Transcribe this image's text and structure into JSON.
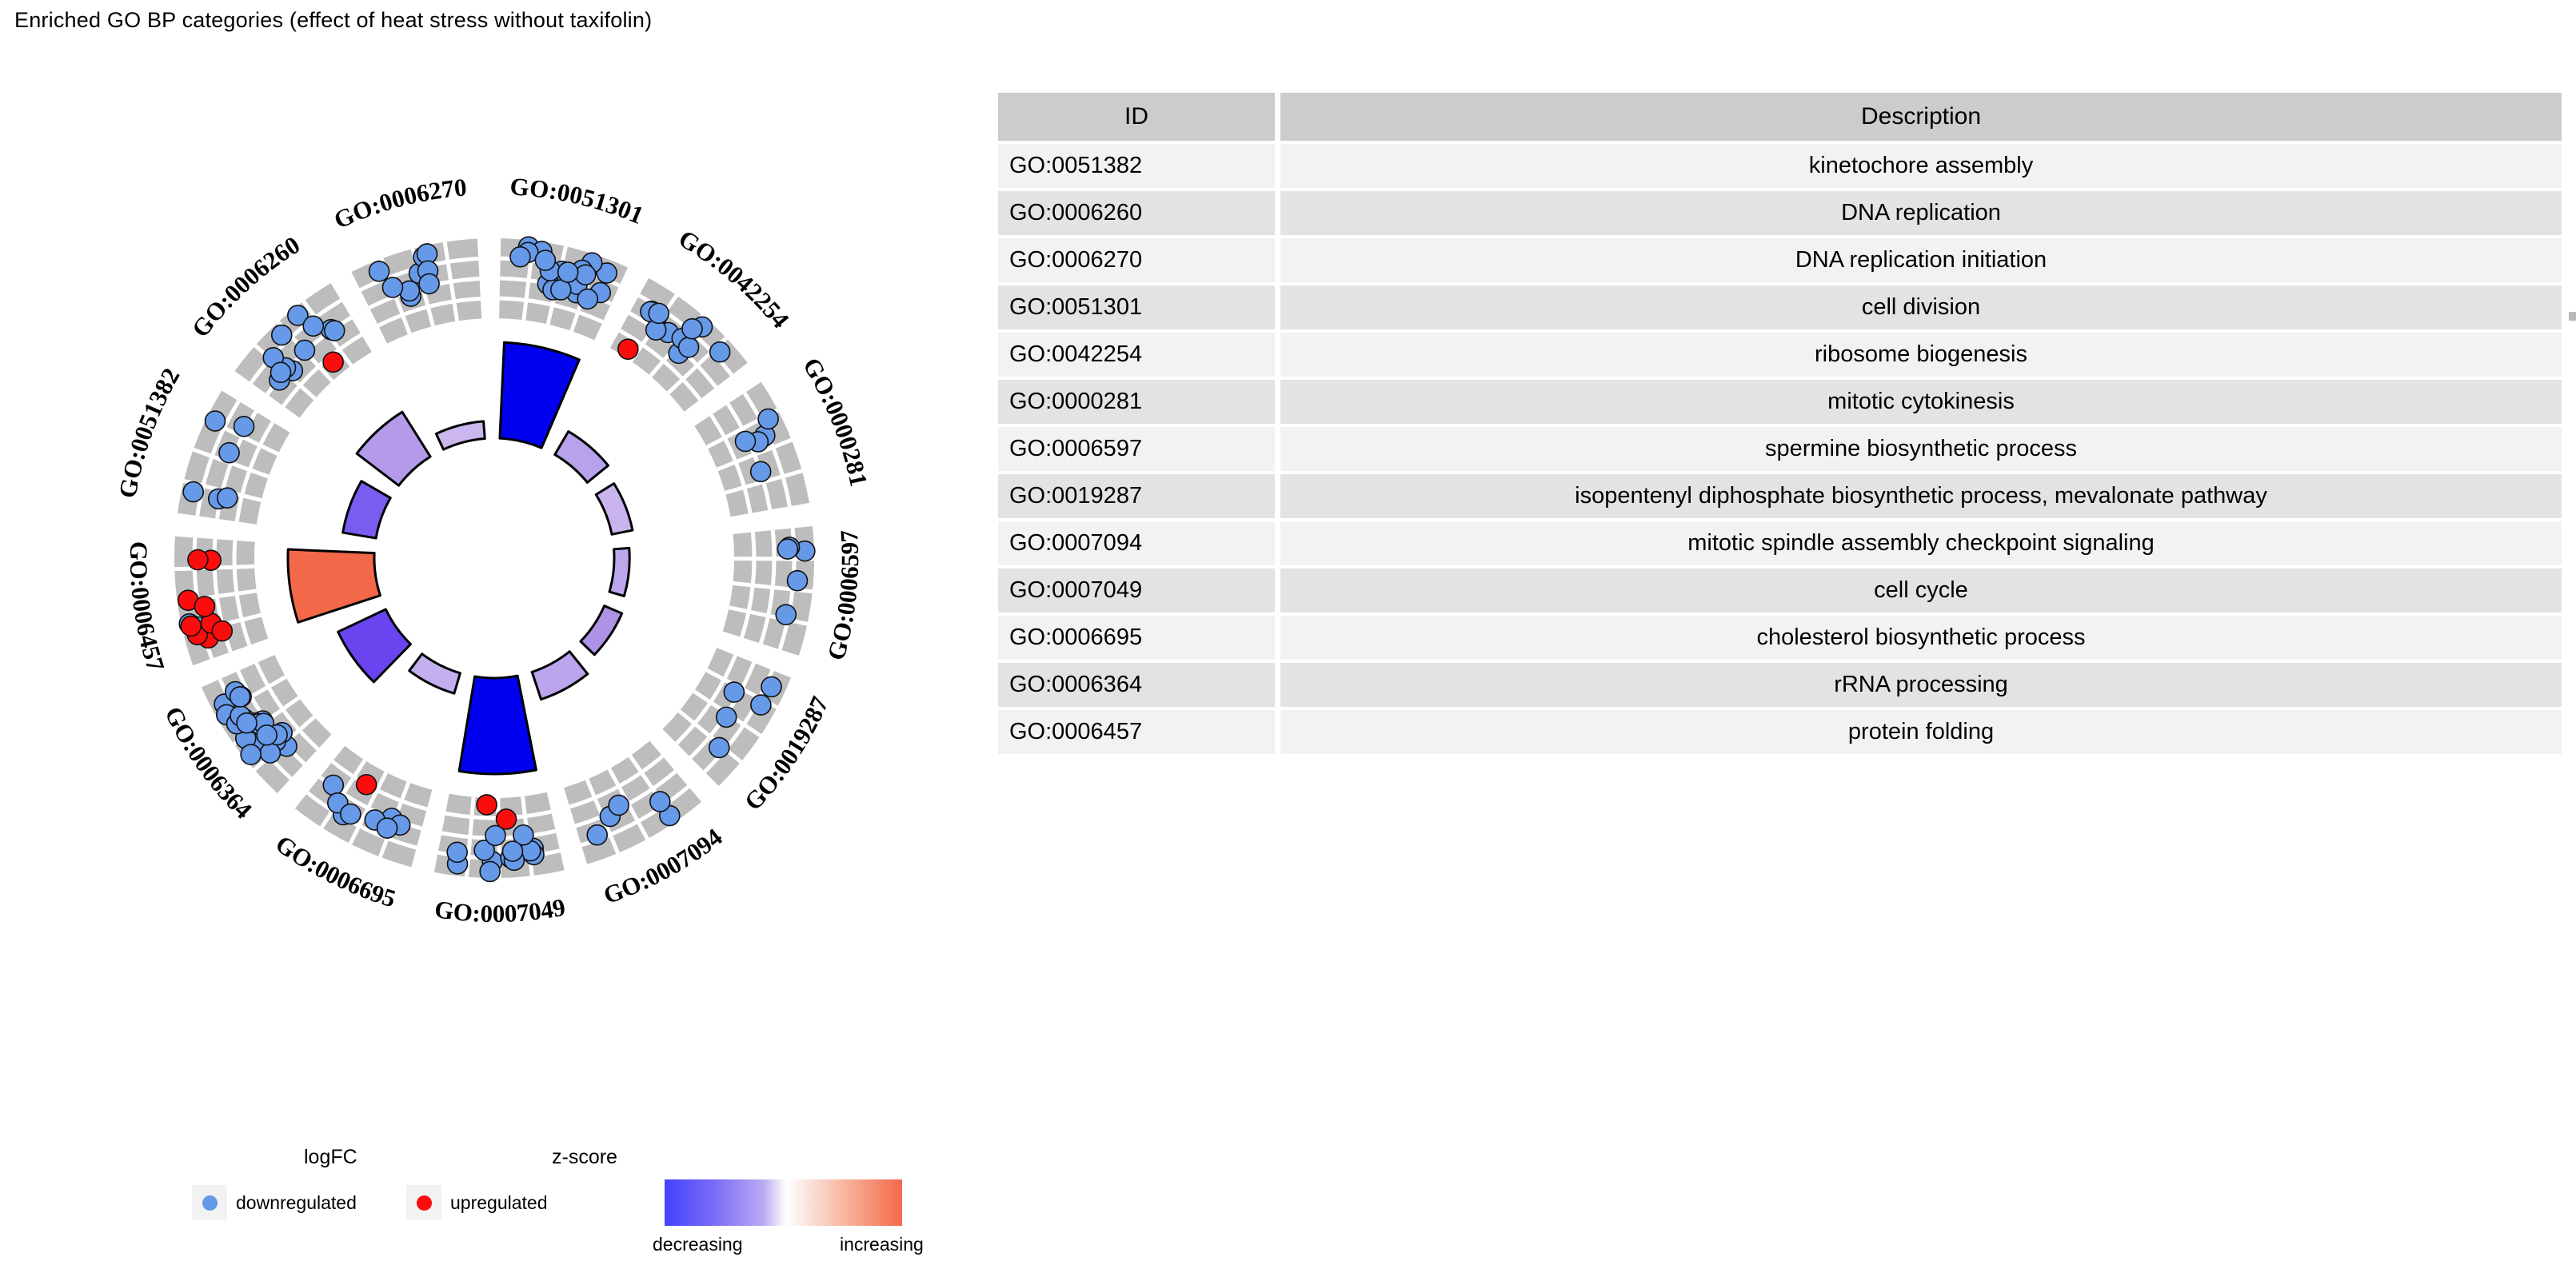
{
  "plot": {
    "title": "Enriched GO BP categories (effect of heat stress without taxifolin)"
  },
  "legend": {
    "logfc_title": "logFC",
    "zscore_title": "z-score",
    "downregulated_label": "downregulated",
    "upregulated_label": "upregulated",
    "decreasing_label": "decreasing",
    "increasing_label": "increasing",
    "down_color": "#6699e8",
    "up_color": "#fb0d0d",
    "zscore_low_color": "#4040ff",
    "zscore_mid_color": "#ffffff",
    "zscore_high_color": "#f4684a"
  },
  "table": {
    "headers": {
      "id": "ID",
      "description": "Description"
    },
    "rows": [
      {
        "id": "GO:0051382",
        "description": "kinetochore assembly"
      },
      {
        "id": "GO:0006260",
        "description": "DNA replication"
      },
      {
        "id": "GO:0006270",
        "description": "DNA replication initiation"
      },
      {
        "id": "GO:0051301",
        "description": "cell division"
      },
      {
        "id": "GO:0042254",
        "description": "ribosome biogenesis"
      },
      {
        "id": "GO:0000281",
        "description": "mitotic cytokinesis"
      },
      {
        "id": "GO:0006597",
        "description": "spermine biosynthetic process"
      },
      {
        "id": "GO:0019287",
        "description": "isopentenyl diphosphate biosynthetic process, mevalonate pathway"
      },
      {
        "id": "GO:0007094",
        "description": "mitotic spindle assembly checkpoint signaling"
      },
      {
        "id": "GO:0007049",
        "description": "cell cycle"
      },
      {
        "id": "GO:0006695",
        "description": "cholesterol biosynthetic process"
      },
      {
        "id": "GO:0006364",
        "description": "rRNA processing"
      },
      {
        "id": "GO:0006457",
        "description": "protein folding"
      }
    ]
  },
  "chart_data": {
    "type": "scatter",
    "title": "Enriched GO BP categories (effect of heat stress without taxifolin)",
    "plot_kind": "GOCircle (GOplot) — outer ring: per-gene logFC scatter; inner ring: z-score bars",
    "xlabel": "",
    "ylabel": "logFC",
    "legend_position": "bottom-left",
    "grid": true,
    "outer_ring_label_radius": 455,
    "outer_ring": {
      "inner_radius": 300,
      "outer_radius": 400,
      "background": "#bdbdbd",
      "gridlines": 4
    },
    "inner_ring": {
      "inner_radius": 150,
      "outer_radius": 270,
      "stroke": "#000000"
    },
    "categories": [
      "GO:0051382",
      "GO:0006260",
      "GO:0006270",
      "GO:0051301",
      "GO:0042254",
      "GO:0000281",
      "GO:0006597",
      "GO:0019287",
      "GO:0007094",
      "GO:0007049",
      "GO:0006695",
      "GO:0006364",
      "GO:0006457"
    ],
    "series": [
      {
        "name": "z-score",
        "values": [
          0.35,
          0.55,
          0.18,
          1.0,
          0.28,
          0.22,
          0.15,
          0.2,
          0.3,
          -1.0,
          -0.22,
          -0.55,
          0.9
        ],
        "colors": [
          "#7a5cf0",
          "#b49ae8",
          "#cbb6ee",
          "#0000ee",
          "#b8a2ec",
          "#c9b4ef",
          "#bda7ec",
          "#ad92e6",
          "#bba5ec",
          "#0000ee",
          "#c3aeee",
          "#6a45ef",
          "#f4684a"
        ]
      },
      {
        "name": "logFC points per term (downregulated / upregulated counts)",
        "down_counts": [
          6,
          11,
          9,
          23,
          12,
          5,
          5,
          5,
          5,
          14,
          8,
          22,
          2
        ],
        "up_counts": [
          0,
          1,
          0,
          0,
          1,
          0,
          0,
          0,
          0,
          2,
          1,
          0,
          9
        ]
      }
    ],
    "point_colors": {
      "downregulated": "#6699e8",
      "upregulated": "#fb0d0d"
    },
    "zscore_scale": {
      "low": "#4040ff",
      "mid": "#ffffff",
      "high": "#f4684a",
      "low_label": "decreasing",
      "high_label": "increasing"
    }
  }
}
